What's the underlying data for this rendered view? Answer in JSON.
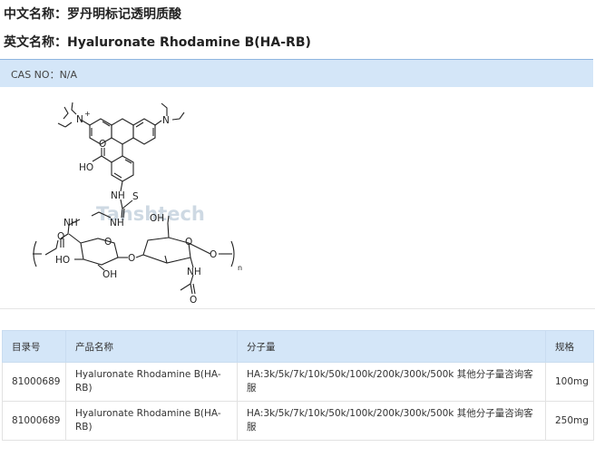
{
  "header": {
    "cn_label": "中文名称：",
    "cn_name": "罗丹明标记透明质酸",
    "en_label": "英文名称：",
    "en_name": "Hyaluronate Rhodamine B(HA-RB)"
  },
  "cas": {
    "text": "CAS NO：N/A"
  },
  "structure": {
    "watermark": "Tanshtech",
    "atoms": {
      "n_plus": "N",
      "plus": "+",
      "n_right": "N",
      "ho_acid": "HO",
      "o_acid": "O",
      "nh_top": "NH",
      "s": "S",
      "nh_mid": "NH",
      "nh_left": "NH",
      "o_amide": "O",
      "ho_glc": "HO",
      "oh_glc": "OH",
      "o_ring1": "O",
      "o_link": "O",
      "oh_top": "OH",
      "o_ring2": "O",
      "nh_acetyl": "NH",
      "o_acetyl": "O",
      "n_sub": "n"
    }
  },
  "table": {
    "headers": [
      "目录号",
      "产品名称",
      "分子量",
      "规格"
    ],
    "rows": [
      [
        "81000689",
        "Hyaluronate Rhodamine B(HA-RB)",
        "HA:3k/5k/7k/10k/50k/100k/200k/300k/500k 其他分子量咨询客服",
        "100mg"
      ],
      [
        "81000689",
        "Hyaluronate Rhodamine B(HA-RB)",
        "HA:3k/5k/7k/10k/50k/100k/200k/300k/500k 其他分子量咨询客服",
        "250mg"
      ]
    ]
  }
}
